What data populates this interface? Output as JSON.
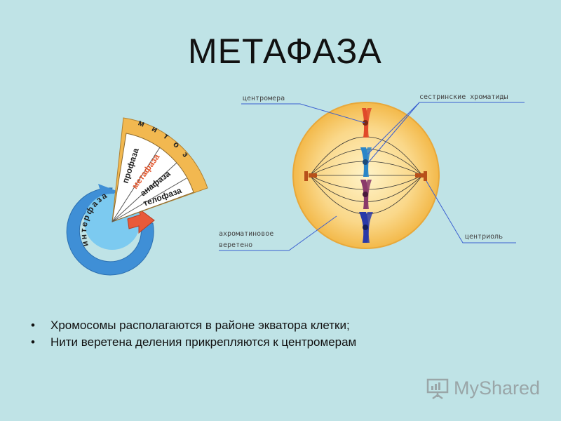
{
  "slide": {
    "title": "МЕТАФАЗА",
    "bullets": [
      "Хромосомы располагаются в районе экватора клетки;",
      "Нити веретена деления прикрепляются к центромерам"
    ]
  },
  "cycle_wheel": {
    "interphase_label": "интерфаза",
    "mitosis_label": "митоз",
    "phases": [
      "профаза",
      "метафаза",
      "анафаза",
      "телофаза"
    ],
    "highlighted_phase": "метафаза",
    "highlight_color": "#e0532a"
  },
  "cell": {
    "labels": {
      "centromere": "центромера",
      "sister_chromatids": "сестринские хроматиды",
      "spindle_line1": "ахроматиновое",
      "spindle_line2": "веретено",
      "centriole": "центриоль"
    },
    "chromosome_colors": [
      "#e04a2a",
      "#2a86c8",
      "#8a3a6a",
      "#2a3aa8"
    ]
  },
  "watermark": {
    "text": "MyShared"
  },
  "colors": {
    "background": "#bfe3e6",
    "cell_fill": "#f7c15a",
    "label_text": "#444444",
    "pointer_line": "#3a5fd0"
  }
}
